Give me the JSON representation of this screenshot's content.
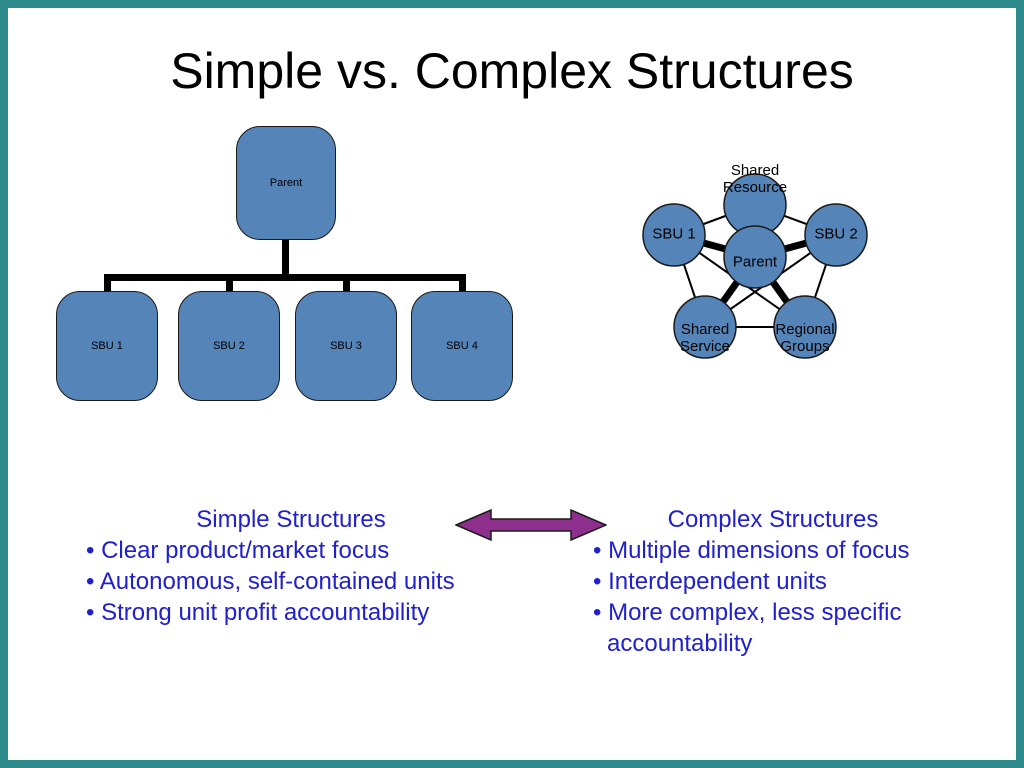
{
  "slide": {
    "title": "Simple vs. Complex Structures",
    "colors": {
      "frame": "#2e8b8b",
      "shape_fill": "#5584b8",
      "text_blue": "#2020cc",
      "arrow_purple": "#8e2f8e"
    }
  },
  "org_chart": {
    "parent": "Parent",
    "children": [
      "SBU 1",
      "SBU 2",
      "SBU 3",
      "SBU 4"
    ]
  },
  "network": {
    "nodes": {
      "top": "Shared Resource",
      "left": "SBU 1",
      "right": "SBU 2",
      "center": "Parent",
      "bottom_left": "Shared Service",
      "bottom_right": "Regional Groups"
    }
  },
  "comparison": {
    "simple": {
      "heading": "Simple Structures",
      "bullets": [
        "• Clear product/market focus",
        "• Autonomous, self-contained units",
        "• Strong unit profit accountability"
      ]
    },
    "complex": {
      "heading": "Complex Structures",
      "bullets": [
        "• Multiple dimensions of focus",
        "• Interdependent units",
        "• More complex, less specific accountability"
      ]
    }
  }
}
